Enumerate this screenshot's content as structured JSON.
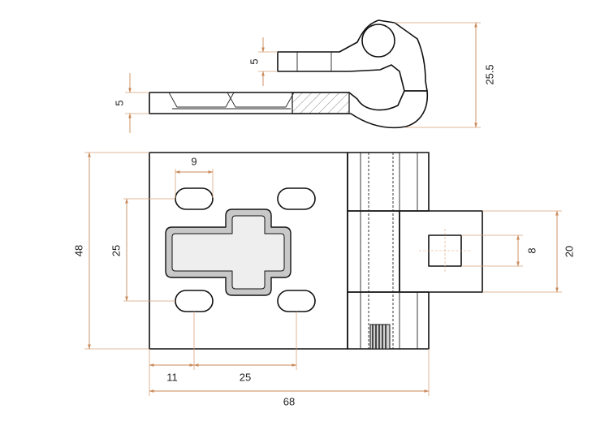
{
  "colors": {
    "dimension": "#c98a5a",
    "outline": "#111111",
    "metal_light": "#f7f7f7",
    "metal_dark": "#b8b8b8"
  },
  "dimensions": {
    "side_tab_thickness": "5",
    "side_plate_thickness": "5",
    "side_total_height": "25.5",
    "slot_width": "9",
    "slot_spacing_vertical": "25",
    "plate_height": "48",
    "tab_height": "20",
    "square_hole": "8",
    "left_offset": "11",
    "slot_spacing_horizontal": "25",
    "total_width": "68"
  }
}
